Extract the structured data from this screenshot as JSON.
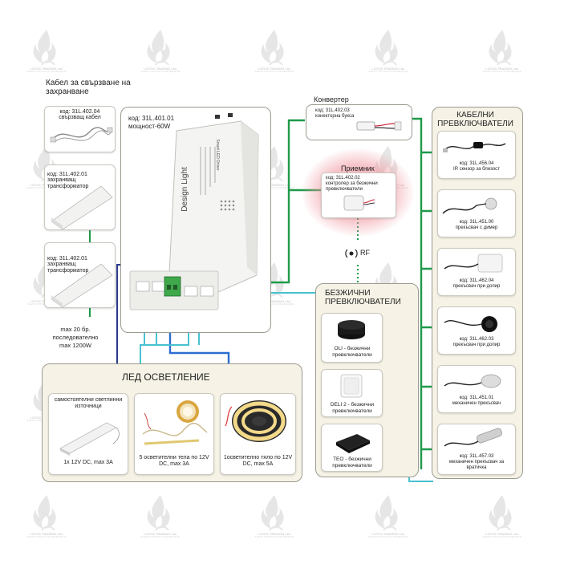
{
  "watermark": {
    "brand": "LOTOS TRADING Ltd.",
    "sub": "ВАШИЯТ ПАРТНЬОР ЗА ОБЗАВЕЖДАНЕ"
  },
  "power_cable": {
    "heading": "Кабел за свързване на захранване",
    "cable_card": {
      "code": "код: 31L.402.04",
      "desc": "свързващ кабел"
    },
    "transformer_1": {
      "code": "код: 31L.402.01",
      "desc": "захранващ трансформатор"
    },
    "transformer_2": {
      "code": "код: 31L.402.01",
      "desc": "захранващ трансформатор"
    },
    "max_note": "max 20 бр. последователно max 1200W"
  },
  "driver": {
    "code": "код: 31L.401.01",
    "power": "мощност-60W",
    "brand": "Design Light",
    "model": "Smart LED Driver"
  },
  "converter": {
    "heading": "Конвертер",
    "code": "код: 31L.402.03",
    "desc": "конекторна букса"
  },
  "receiver": {
    "heading": "Приемник",
    "code": "код: 31L.402.02",
    "desc": "контролер за безжични превключватели",
    "rf_label": "RF"
  },
  "wireless": {
    "heading": "БЕЗЖИЧНИ ПРЕВКЛЮЧВАТЕЛИ",
    "items": [
      {
        "name": "OLI - безжични превключватели"
      },
      {
        "name": "DELI 2 - безжични превключватели"
      },
      {
        "name": "TEO - безжични превключватели"
      }
    ]
  },
  "cable_switches": {
    "heading": "КАБЕЛНИ ПРЕВКЛЮЧВАТЕЛИ",
    "items": [
      {
        "code": "код: 31L.456.04",
        "desc": "IR сензор за близост"
      },
      {
        "code": "код: 31L.451.00",
        "desc": "прекъсвач с димер"
      },
      {
        "code": "код: 31L.462.04",
        "desc": "прекъсвач при допир"
      },
      {
        "code": "код: 31L.462.03",
        "desc": "прекъсвач при допир"
      },
      {
        "code": "код: 31L.451.01",
        "desc": "механичен прекъсвач"
      },
      {
        "code": "код: 31L.457.03",
        "desc": "механичен прекъсвач за вратичка"
      }
    ]
  },
  "led": {
    "heading": "ЛЕД ОСВЕТЛЕНИЕ",
    "items": [
      {
        "title": "самостоятелни светлинни източници",
        "spec": "1х 12V DC, max 3A"
      },
      {
        "spec": "5 осветителни тела по 12V DC, max 3A"
      },
      {
        "spec": "1осветително тяло по 12V DC, max 5A"
      }
    ]
  },
  "colors": {
    "green": "#1f9a4a",
    "cyan": "#48c0d0",
    "navy": "#2a3a8a",
    "blue": "#2a6ed0",
    "panel_bg": "#f6f3e6",
    "receiver_glow": "#f0a0a8"
  }
}
